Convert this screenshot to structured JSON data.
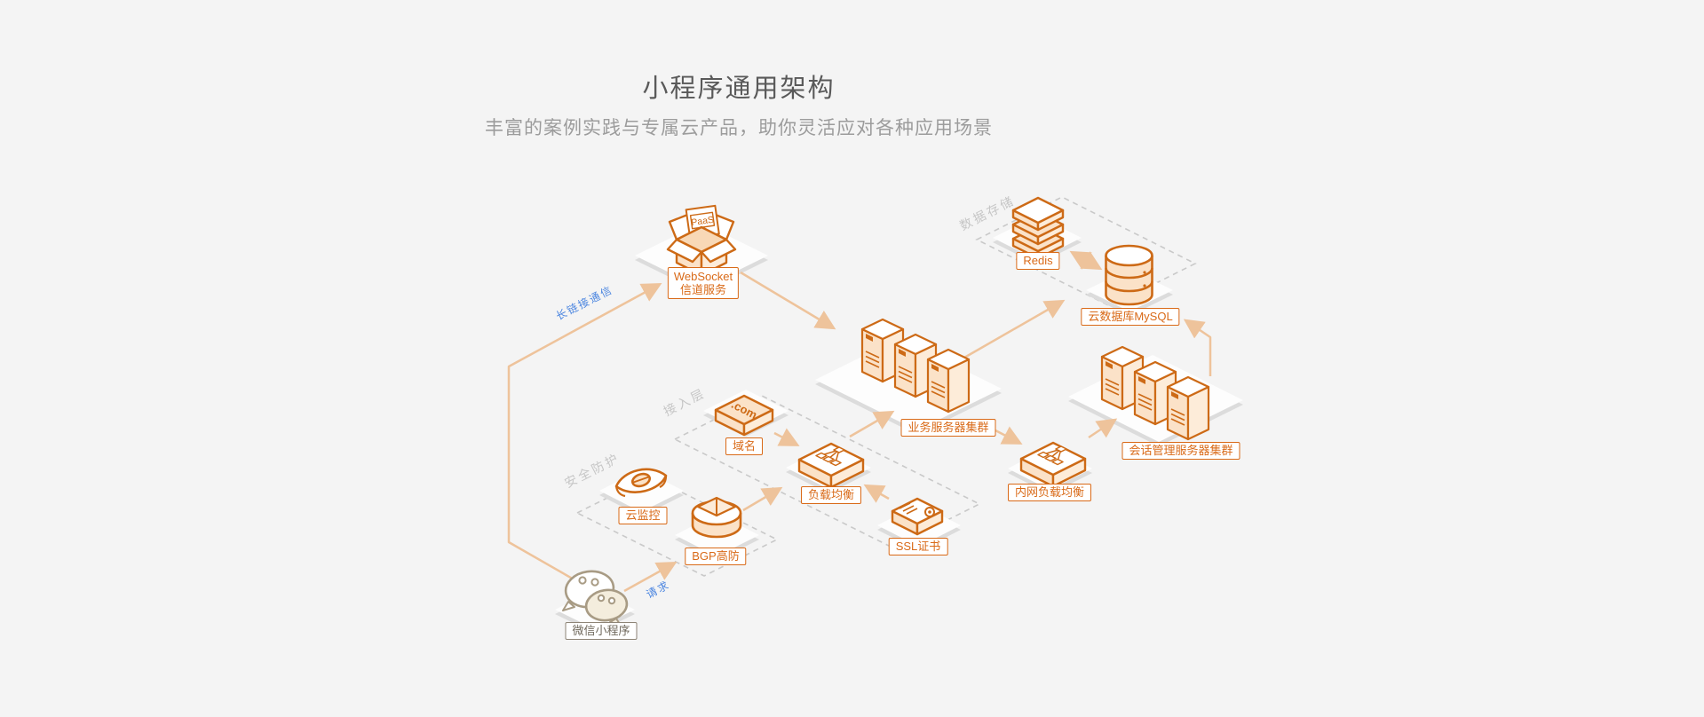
{
  "page": {
    "title": "小程序通用架构",
    "subtitle": "丰富的案例实践与专属云产品，助你灵活应对各种应用场景"
  },
  "zones": {
    "data_storage": {
      "label": "数据存储"
    },
    "access_layer": {
      "label": "接入层"
    },
    "security": {
      "label": "安全防护"
    }
  },
  "flows": {
    "long_connection": {
      "label": "长链接通信"
    },
    "request": {
      "label": "请求"
    }
  },
  "nodes": {
    "websocket": {
      "line1": "WebSocket",
      "line2": "信道服务",
      "icon_text": "PaaS"
    },
    "redis": {
      "label": "Redis"
    },
    "mysql": {
      "label": "云数据库MySQL"
    },
    "app_servers": {
      "label": "业务服务器集群"
    },
    "session_servers": {
      "label": "会话管理服务器集群"
    },
    "internal_lb": {
      "label": "内网负载均衡"
    },
    "domain": {
      "label": "域名",
      "icon_text": ".com"
    },
    "load_balancer": {
      "label": "负载均衡"
    },
    "ssl": {
      "label": "SSL证书"
    },
    "cloud_monitor": {
      "label": "云监控"
    },
    "bgp": {
      "label": "BGP高防"
    },
    "wechat": {
      "label": "微信小程序"
    }
  },
  "colors": {
    "background": "#f4f4f4",
    "accent_orange": "#d96a18",
    "icon_stroke": "#cd6a16",
    "icon_fill": "#fbe2c8",
    "arrow": "#eec39b",
    "zone_text": "#c6c6c6",
    "flow_text": "#4c86e0",
    "wechat_gray": "#a89b84"
  }
}
